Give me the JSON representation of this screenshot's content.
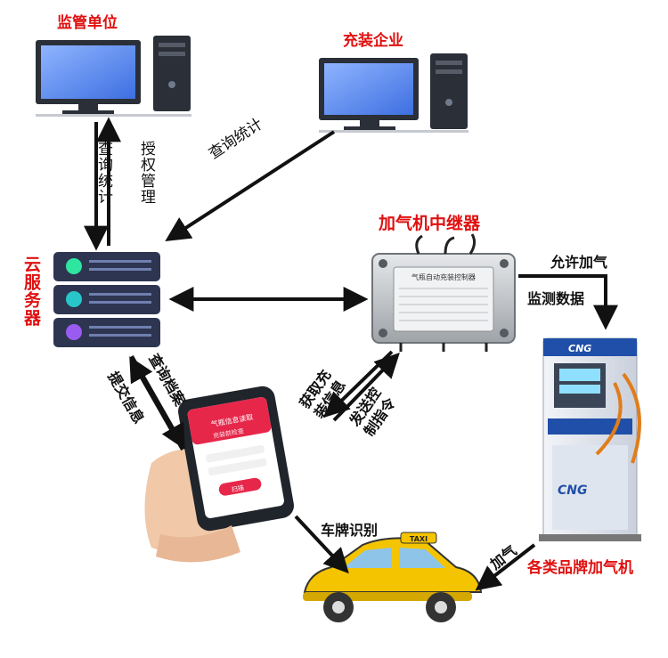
{
  "nodes": {
    "supervisor": "监管单位",
    "filling_company": "充装企业",
    "relay": "加气机中继器",
    "cloud_server": "云服务器",
    "dispensers": "各类品牌加气机",
    "relay_plate": "气瓶自动充装控制器",
    "dispenser_brand": "CNG"
  },
  "edges": {
    "query_stats_supervisor": "查询统计",
    "authorize_manage": "授权管理",
    "query_stats_company": "查询统计",
    "allow_fill": "允许加气",
    "monitor_data": "监测数据",
    "query_archive": "查询档案",
    "submit_info": "提交信息",
    "get_fill_info": "获取充装信息",
    "send_control": "发送控制指令",
    "plate_recognition": "车牌识别",
    "refuel": "加气"
  },
  "phone_screen": {
    "title": "气瓶信息读取",
    "subtitle": "充装前检查",
    "button": "扫描"
  },
  "taxi_sign": "TAXI",
  "colors": {
    "label_red": "#e01010",
    "arrow": "#111111",
    "server_body": "#2d3550",
    "dispenser_blue": "#1f4fa8",
    "taxi_yellow": "#f5c400"
  }
}
